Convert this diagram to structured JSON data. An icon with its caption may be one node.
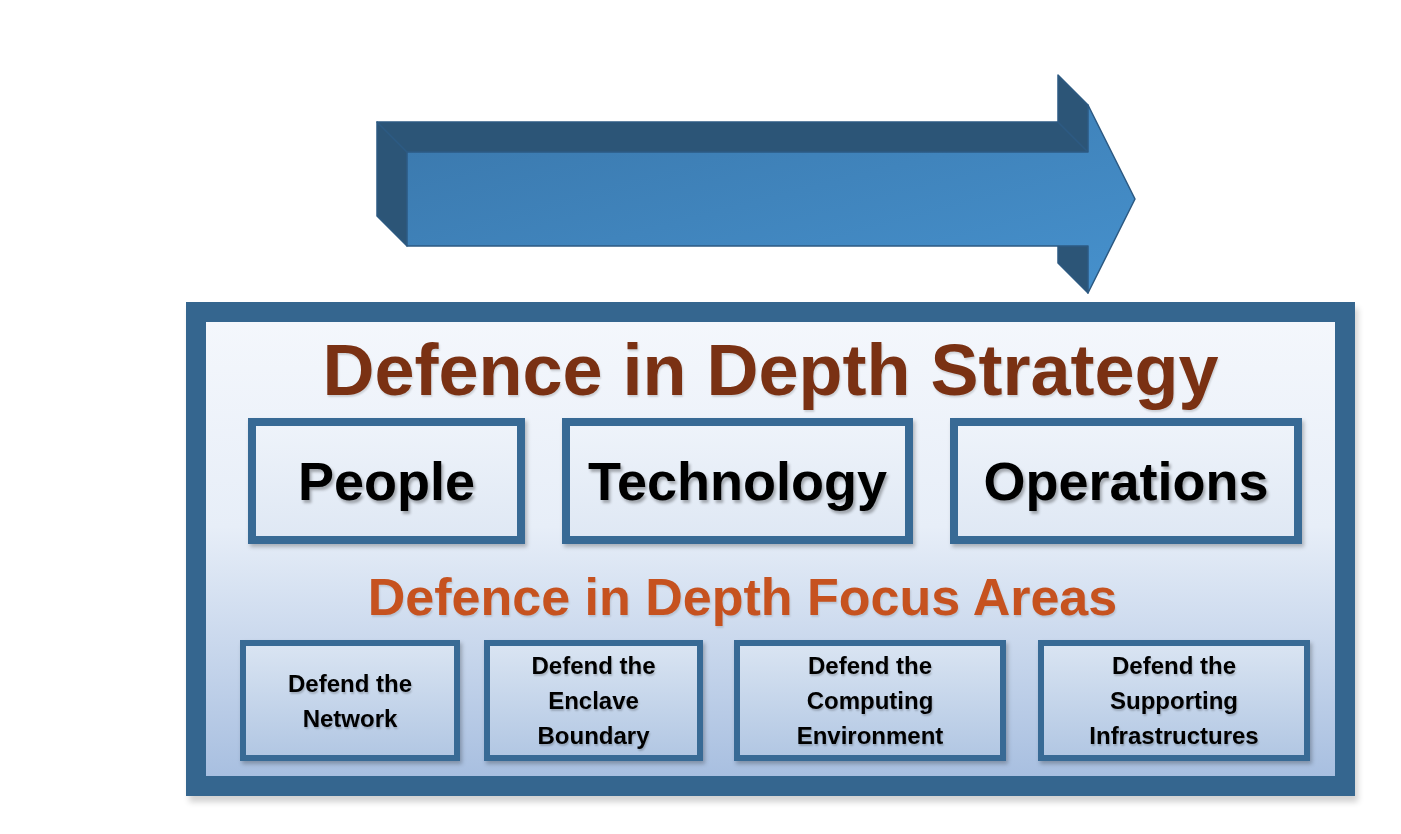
{
  "diagram": {
    "nodes": [
      {
        "text": [
          "Defence in Depth Strategy",
          "Defence in Depth Focus Areas"
        ]
      },
      {
        "text": [
          "People"
        ],
        "in": 0
      },
      {
        "text": [
          "Technology"
        ],
        "in": 0
      },
      {
        "text": [
          "Operations"
        ],
        "in": 0
      },
      {
        "text": [
          "Defend the Network"
        ],
        "in": 0
      },
      {
        "text": [
          "Defend the Enclave Boundary"
        ],
        "in": 0
      },
      {
        "text": [
          "Defend the Computing Environment"
        ],
        "in": 0
      },
      {
        "text": [
          "Defend the Supporting Infrastructures"
        ],
        "in": 0
      }
    ]
  }
}
